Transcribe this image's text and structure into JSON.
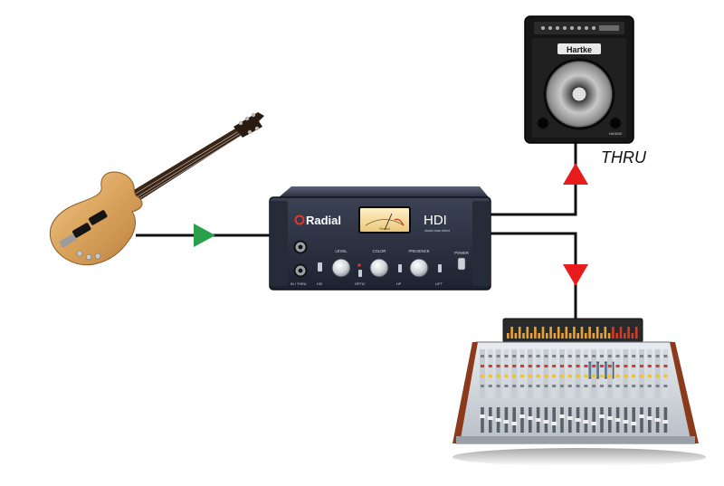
{
  "labels": {
    "thru": "THRU"
  },
  "di_box": {
    "brand": "Radial",
    "model": "HDI",
    "model_sub": "studio bass direct",
    "meter_label": "Radial",
    "knobs": {
      "level": "LEVEL",
      "color": "COLOR",
      "presence": "PRESENCE",
      "power": "POWER"
    },
    "switches": {
      "in_thru": "IN / THRU",
      "hiz": "HIZ",
      "optic": "OPTIC",
      "hp": "HP",
      "lift": "LIFT"
    }
  },
  "amp": {
    "brand": "Hartke",
    "model": "HA3500"
  },
  "colors": {
    "input_arrow": "#2aa04a",
    "output_arrow": "#e81c1c",
    "cable": "#111111"
  }
}
